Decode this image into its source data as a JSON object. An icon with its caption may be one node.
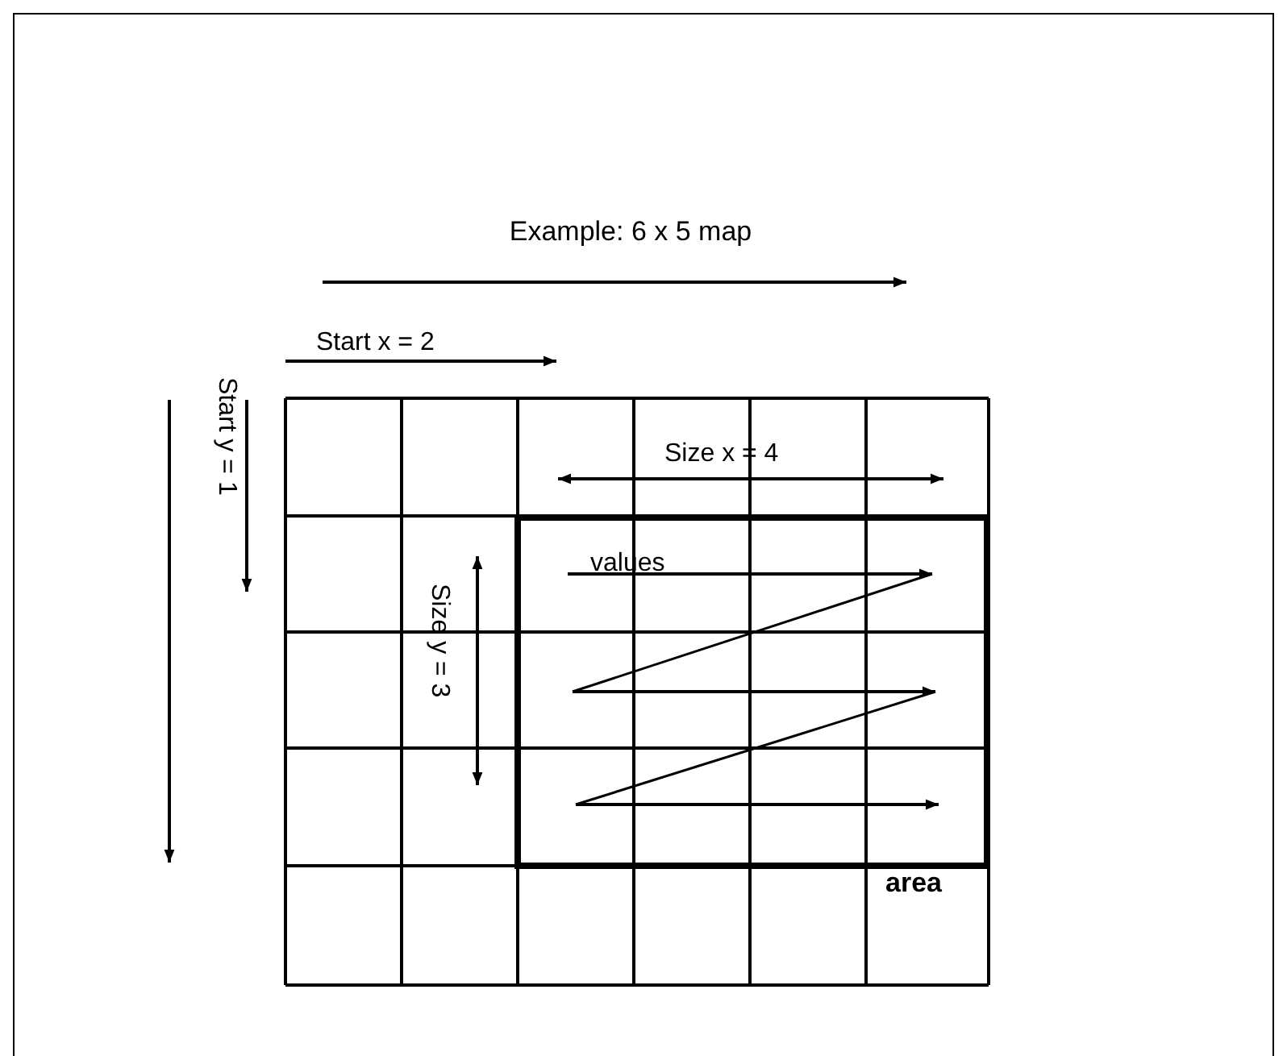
{
  "diagram": {
    "title": "Example: 6 x 5 map",
    "nodes": [
      {
        "text": [
          "area"
        ]
      }
    ],
    "labels": [
      "Start x = 2",
      "Start y = 1",
      "Size x = 4",
      "Size y = 3",
      "values"
    ]
  }
}
